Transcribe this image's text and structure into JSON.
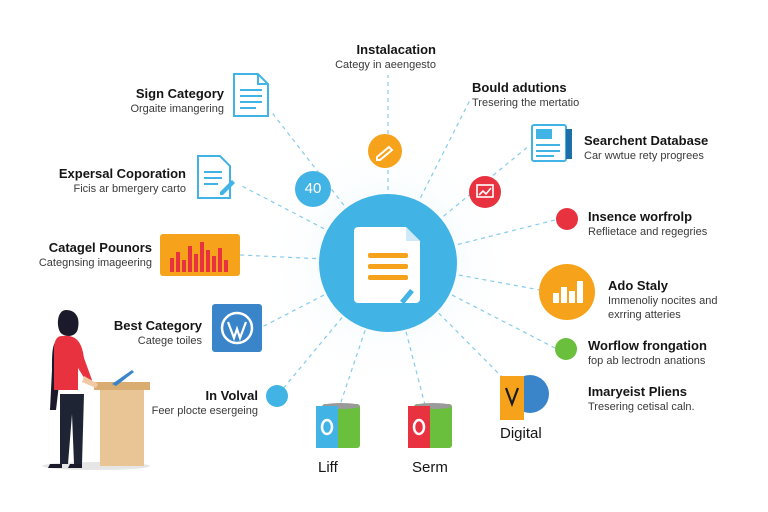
{
  "center_badge": "40",
  "nodes_left": [
    {
      "title": "Sign Category",
      "subtitle": "Orgaite imangering"
    },
    {
      "title": "Expersal Coporation",
      "subtitle": "Ficis ar bmergery carto"
    },
    {
      "title": "Catagel Pounors",
      "subtitle": "Categnsing imageering"
    },
    {
      "title": "Best Category",
      "subtitle": "Catege toiles"
    },
    {
      "title": "In Volval",
      "subtitle": "Feer plocte esergeing"
    }
  ],
  "node_top": {
    "title": "Instalacation",
    "subtitle": "Categy in aeengesto"
  },
  "nodes_right": [
    {
      "title": "Bould adutions",
      "subtitle": "Tresering the mertatio"
    },
    {
      "title": "Searchent Database",
      "subtitle": "Car wwtue rety progrees"
    },
    {
      "title": "Insence worfrolp",
      "subtitle": "Reflietace and regegries"
    },
    {
      "title": "Ado Staly",
      "subtitle": "Immenoliy nocites and exrring atteries"
    },
    {
      "title": "Worflow frongation",
      "subtitle": "fop ab lectrodn anations"
    },
    {
      "title": "Imaryeist Pliens",
      "subtitle": "Tresering cetisal caln."
    }
  ],
  "nodes_bottom": [
    {
      "title": "Liff"
    },
    {
      "title": "Serm"
    },
    {
      "title": "Digital"
    }
  ],
  "colors": {
    "center": "#42b3e5",
    "orange": "#f7a21b",
    "red": "#e8323f",
    "green": "#6abf3c",
    "blue": "#3a85c9",
    "line": "#7fc8ea"
  }
}
